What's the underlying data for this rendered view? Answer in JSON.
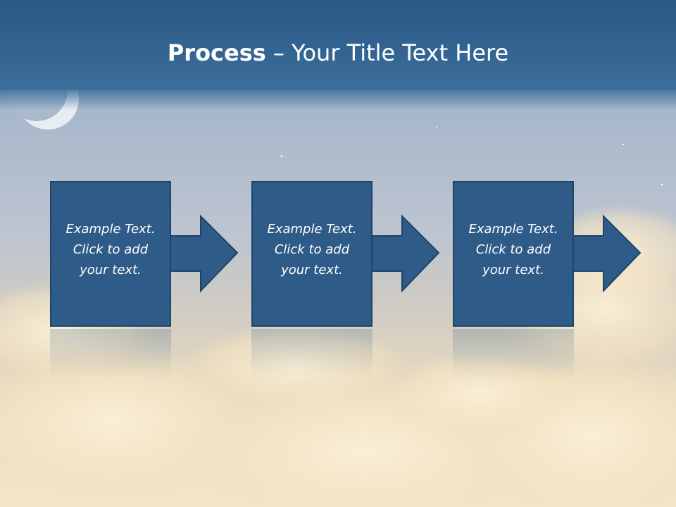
{
  "slide": {
    "title_bold": "Process",
    "title_rest": " – Your Title Text Here"
  },
  "steps": [
    {
      "text": "Example Text.\nClick  to add\nyour text."
    },
    {
      "text": "Example Text.\nClick  to add\nyour text."
    },
    {
      "text": "Example Text.\nClick  to add\nyour text."
    }
  ],
  "colors": {
    "title_bar": "#336491",
    "step_fill": "#2e5b87",
    "step_border": "#1f4468",
    "text": "#ffffff"
  }
}
